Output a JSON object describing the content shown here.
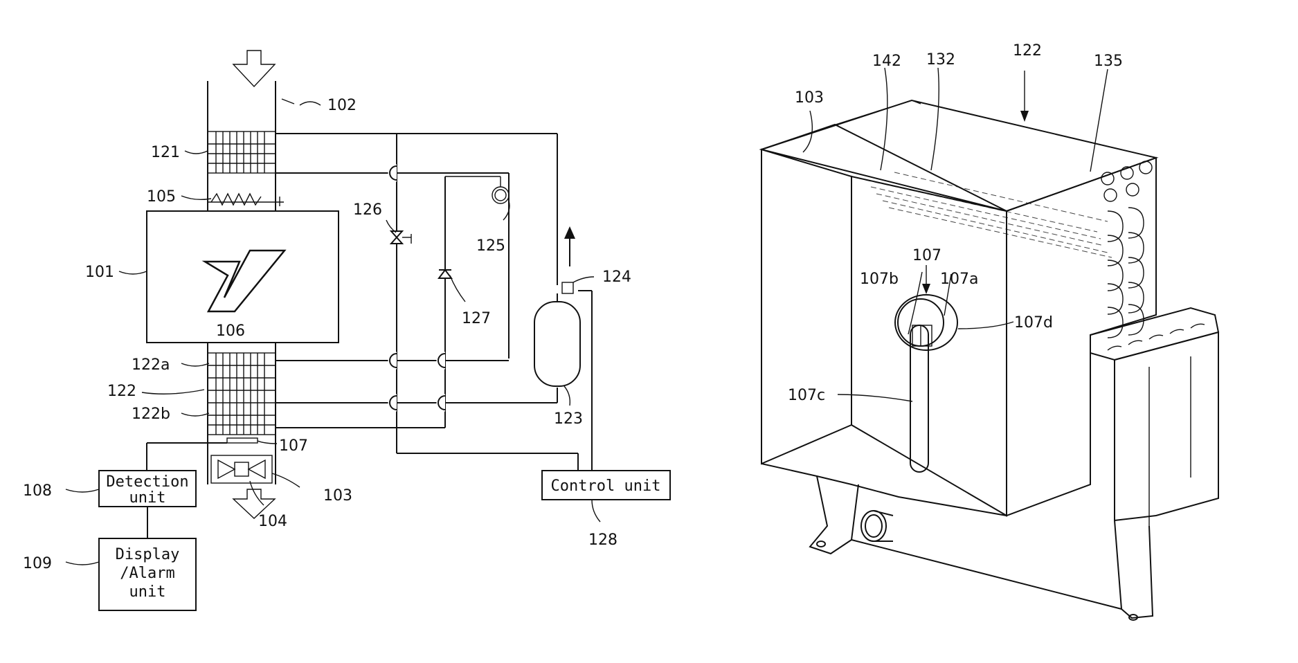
{
  "left_figure": {
    "refs": {
      "r101": "101",
      "r102": "102",
      "r103": "103",
      "r104": "104",
      "r105": "105",
      "r106": "106",
      "r107": "107",
      "r108": "108",
      "r109": "109",
      "r121": "121",
      "r122": "122",
      "r122a": "122a",
      "r122b": "122b",
      "r123": "123",
      "r124": "124",
      "r125": "125",
      "r126": "126",
      "r127": "127",
      "r128": "128"
    },
    "boxes": {
      "detection_line1": "Detection",
      "detection_line2": "unit",
      "display_line1": "Display",
      "display_line2": "/Alarm",
      "display_line3": "unit",
      "control": "Control unit"
    }
  },
  "right_figure": {
    "refs": {
      "r103": "103",
      "r107": "107",
      "r107a": "107a",
      "r107b": "107b",
      "r107c": "107c",
      "r107d": "107d",
      "r122": "122",
      "r132": "132",
      "r135": "135",
      "r142": "142"
    }
  }
}
